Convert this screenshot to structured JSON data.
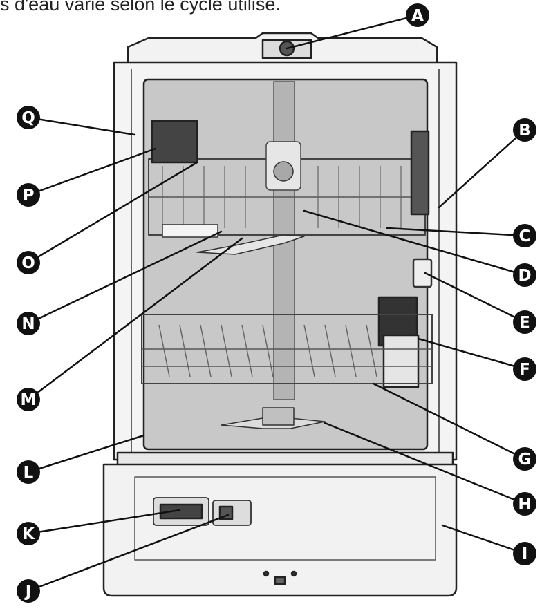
{
  "caption": "s d'eau varie selon le cycle utilisé.",
  "callouts": [
    {
      "id": "A",
      "letter": "A"
    },
    {
      "id": "B",
      "letter": "B"
    },
    {
      "id": "C",
      "letter": "C"
    },
    {
      "id": "D",
      "letter": "D"
    },
    {
      "id": "E",
      "letter": "E"
    },
    {
      "id": "F",
      "letter": "F"
    },
    {
      "id": "G",
      "letter": "G"
    },
    {
      "id": "H",
      "letter": "H"
    },
    {
      "id": "I",
      "letter": "I"
    },
    {
      "id": "J",
      "letter": "J"
    },
    {
      "id": "K",
      "letter": "K"
    },
    {
      "id": "L",
      "letter": "L"
    },
    {
      "id": "M",
      "letter": "M"
    },
    {
      "id": "N",
      "letter": "N"
    },
    {
      "id": "O",
      "letter": "O"
    },
    {
      "id": "P",
      "letter": "P"
    },
    {
      "id": "Q",
      "letter": "Q"
    }
  ],
  "colors": {
    "interior": "#c8c8c8",
    "outline": "#222222",
    "badge": "#111111"
  }
}
